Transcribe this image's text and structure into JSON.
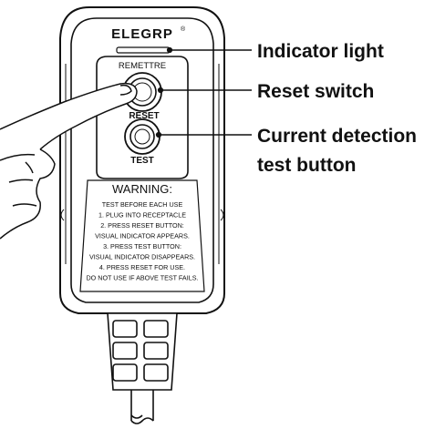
{
  "device": {
    "brand": "ELEGRP",
    "brand_mark": "®",
    "button_top_label": "REMETTRE",
    "button_bottom_label_reset": "RESET",
    "button_test_label": "TEST",
    "warning_title": "WARNING:",
    "warning_lines": [
      "TEST BEFORE EACH USE",
      "1. PLUG INTO RECEPTACLE",
      "2. PRESS RESET BUTTON:",
      "VISUAL INDICATOR APPEARS.",
      "3. PRESS TEST BUTTON:",
      "VISUAL INDICATOR DISAPPEARS.",
      "4. PRESS RESET FOR USE.",
      "DO NOT USE IF ABOVE TEST FAILS."
    ]
  },
  "callouts": {
    "indicator_light": "Indicator light",
    "reset_switch": "Reset switch",
    "test_button_line1": "Current detection",
    "test_button_line2": "test button"
  }
}
